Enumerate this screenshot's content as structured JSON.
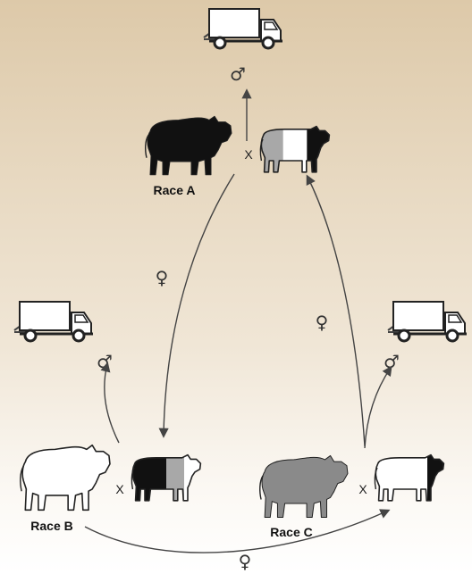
{
  "diagram": {
    "cross_symbol": "X",
    "male_symbol": "♂",
    "female_symbol": "♀",
    "breeds": [
      {
        "label": "Race A",
        "bull_color": "#111111"
      },
      {
        "label": "Race B",
        "bull_color": "#ffffff"
      },
      {
        "label": "Race C",
        "bull_color": "#8a8a8a"
      }
    ],
    "crossbred_cows": [
      {
        "coat": [
          "#a8a8a8",
          "#ffffff",
          "#111111"
        ]
      },
      {
        "coat": [
          "#111111",
          "#111111",
          "#a8a8a8",
          "#ffffff"
        ]
      },
      {
        "coat": [
          "#ffffff",
          "#ffffff",
          "#ffffff",
          "#111111"
        ]
      }
    ],
    "colors": {
      "line": "#444444",
      "truck": "#ffffff",
      "outline": "#222222"
    }
  }
}
